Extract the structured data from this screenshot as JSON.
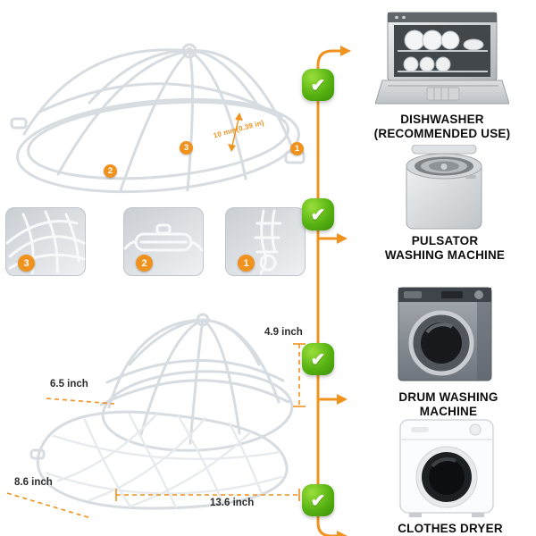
{
  "colors": {
    "accent_orange": "#F0921E",
    "check_green": "#57B312",
    "cage_stroke": "#D7DCE1"
  },
  "top_cage": {
    "measurement": "10 mm(0.39 in)",
    "markers": [
      {
        "n": "1"
      },
      {
        "n": "2"
      },
      {
        "n": "3"
      }
    ]
  },
  "thumbnails": [
    {
      "n": "3"
    },
    {
      "n": "2"
    },
    {
      "n": "1"
    }
  ],
  "dimensions": {
    "height": "4.9 inch",
    "front_width": "6.5 inch",
    "side_depth": "8.6 inch",
    "total_length": "13.6 inch"
  },
  "compatibility": [
    {
      "line1": "DISHWASHER",
      "line2": "(RECOMMENDED USE)"
    },
    {
      "line1": "PULSATOR",
      "line2": "WASHING MACHINE"
    },
    {
      "line1": "DRUM WASHING",
      "line2": "MACHINE"
    },
    {
      "line1": "CLOTHES DRYER",
      "line2": ""
    }
  ],
  "check_glyph": "✔"
}
